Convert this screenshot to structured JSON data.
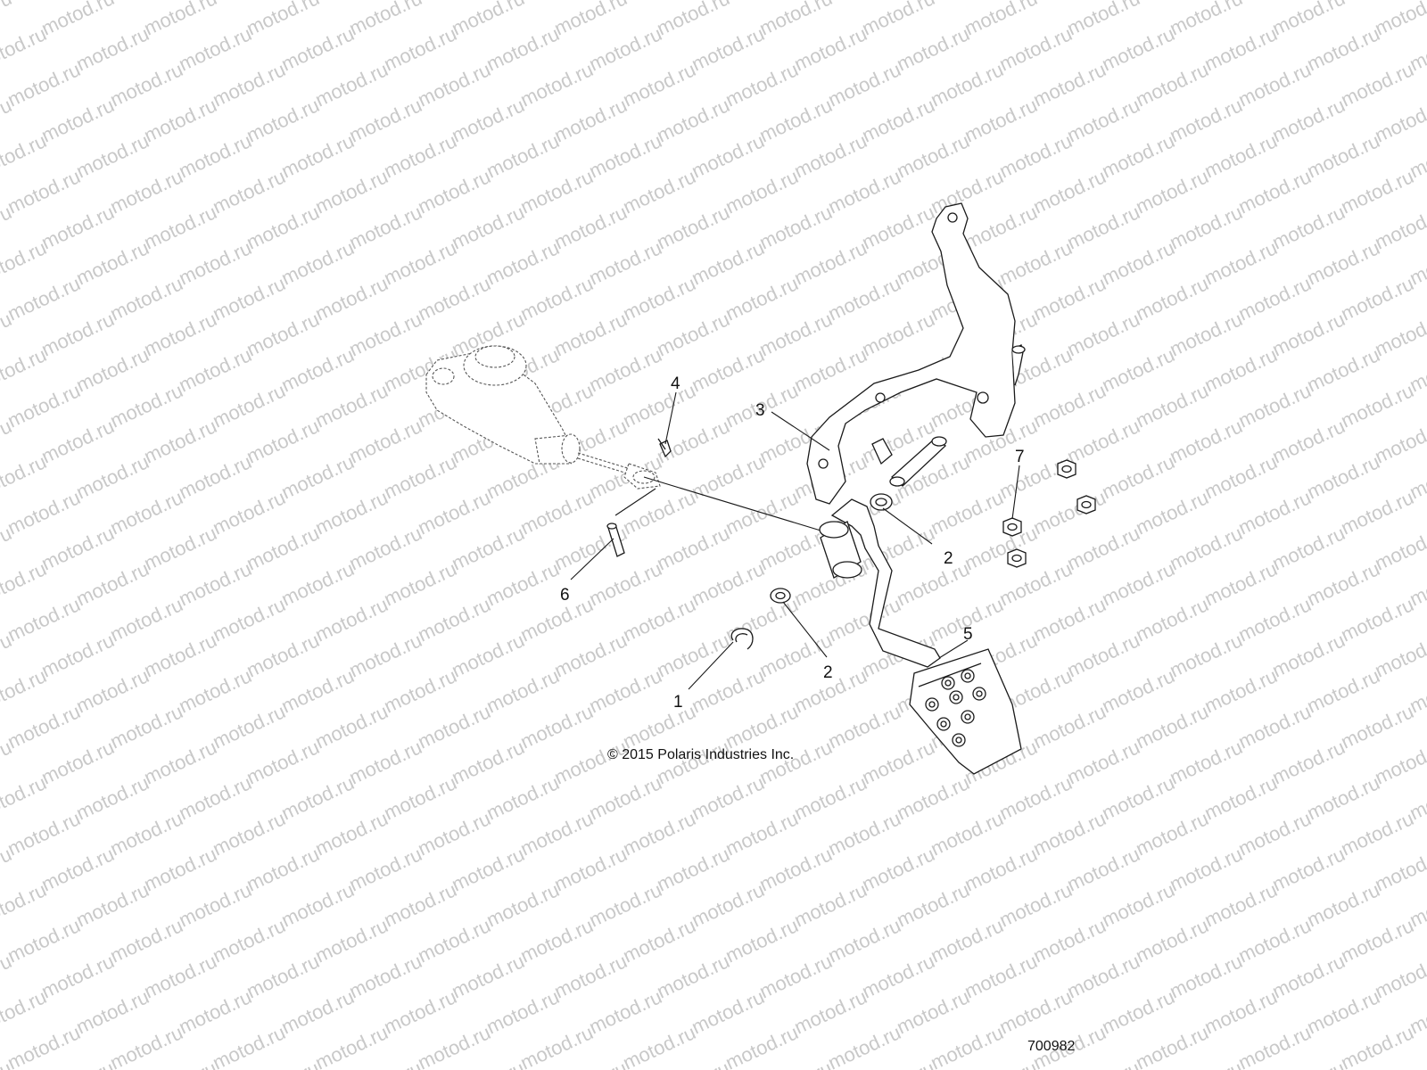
{
  "watermark": {
    "text": "motod.ru"
  },
  "callouts": [
    {
      "id": "1",
      "label": "1",
      "part": "retaining-clip"
    },
    {
      "id": "2a",
      "label": "2",
      "part": "bushing-upper"
    },
    {
      "id": "2b",
      "label": "2",
      "part": "bushing-lower"
    },
    {
      "id": "3",
      "label": "3",
      "part": "pedal-mount-bracket"
    },
    {
      "id": "4",
      "label": "4",
      "part": "cotter-pin"
    },
    {
      "id": "5",
      "label": "5",
      "part": "brake-pedal"
    },
    {
      "id": "6",
      "label": "6",
      "part": "clevis-pin"
    },
    {
      "id": "7",
      "label": "7",
      "part": "flange-nut"
    }
  ],
  "copyright": "© 2015 Polaris Industries Inc.",
  "figure_id": "700982",
  "colors": {
    "line": "#1a1a1a",
    "watermark": "#c9c9c9",
    "background": "#ffffff"
  }
}
